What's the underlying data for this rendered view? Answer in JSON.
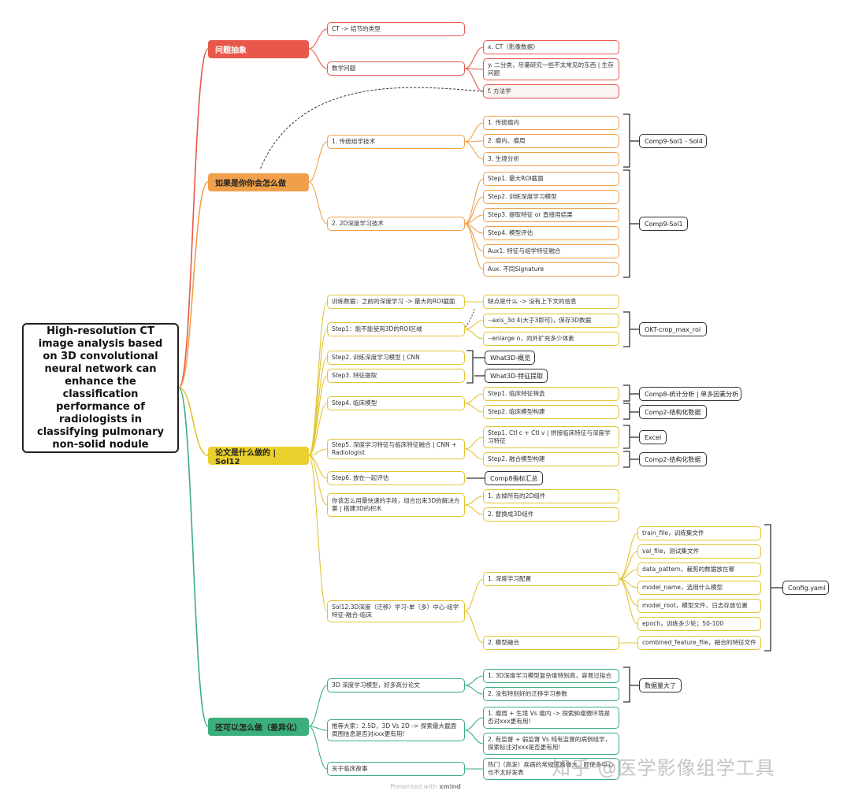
{
  "root": {
    "title": "High-resolution CT image analysis based on 3D convolutional neural network can enhance the classification performance of radiologists in classifying pulmonary non-solid nodule"
  },
  "colors": {
    "red": "#e8574b",
    "orange": "#f0a04b",
    "yellow": "#e2c433",
    "green": "#3bae7d",
    "dark": "#333333"
  },
  "branches": {
    "b1": {
      "label": "问题抽象",
      "n1": "CT -> 结节的类型",
      "n2": "数学问题",
      "n2_1": "x. CT（影像数据）",
      "n2_2": "y. 二分类，尽量研究一些不太常见的东西 | 生存问题",
      "n2_3": "f. 方法学"
    },
    "b2": {
      "label": "如果是你你会怎么做",
      "n1": "1. 传统组学技术",
      "n1_1": "1. 传统瘤内",
      "n1_2": "2. 瘤内、瘤周",
      "n1_3": "3. 生境分析",
      "n1_sum": "Comp9-Sol1 - Sol4",
      "n2": "2. 2D深度学习技术",
      "n2_1": "Step1. 最大ROI截面",
      "n2_2": "Step2. 训练深度学习模型",
      "n2_3": "Step3. 提取特征 or 直接用结果",
      "n2_4": "Step4. 模型评估",
      "n2_5": "Aux1. 特征与组学特征融合",
      "n2_6": "Aux. 不同Signature",
      "n2_sum": "Comp9-Sol1"
    },
    "b3": {
      "label": "论文是什么做的 | Sol12",
      "n1": "训练数据：之前的深度学习 -> 最大的ROI截面",
      "n1_1": "缺点是什么 -> 没有上下文的信息",
      "n2": "Step1：能不能使用3D的ROI区域",
      "n2_1": "--axis_3d 4(大于3即可)，保存3D数据",
      "n2_2": "--enlarge n，向外扩充多少体素",
      "n2_sum": "OKT-crop_max_roi",
      "n3": "Step2. 训练深度学习模型 | CNN",
      "n3_sum": "What3D-概览",
      "n4": "Step3. 特征提取",
      "n4_sum": "What3D-特征提取",
      "n5": "Step4. 临床模型",
      "n5_1": "Step1. 临床特征筛选",
      "n5_1_sum": "Comp8-统计分析 | 单多因素分析",
      "n5_2": "Step2. 临床模型构建",
      "n5_2_sum": "Comp2-结构化数据",
      "n6": "Step5. 深度学习特征与临床特征融合 | CNN + Radiologist",
      "n6_1": "Step1. Ctl c + Ctl v | 拼接临床特征与深度学习特征",
      "n6_1_sum": "Excel",
      "n6_2": "Step2. 融合模型构建",
      "n6_2_sum": "Comp2-结构化数据",
      "n7": "Step6. 放在一起评估",
      "n7_sum": "Comp8指标汇总",
      "n8": "你该怎么用最快速的手段，组合出来3D的解决方案 | 搭建3D的积木",
      "n8_1": "1. 去掉所有的2D组件",
      "n8_2": "2. 替换成3D组件",
      "n9": "Sol12.3D深度（迁移）学习-单（多）中心-组学特征-融合-临床",
      "n9_1": "1. 深度学习配置",
      "n9_1_1": "train_file，训练集文件",
      "n9_1_2": "val_file，测试集文件",
      "n9_1_3": "data_pattern，裁剪的数据放在哪",
      "n9_1_4": "model_name，选用什么模型",
      "n9_1_5": "model_root，模型文件、日志存放位置",
      "n9_1_6": "epoch，训练多少轮；50-100",
      "n9_2": "2. 模型融合",
      "n9_2_1": "combined_feature_file，融合的特征文件",
      "n9_sum": "Config.yaml"
    },
    "b4": {
      "label": "还可以怎么做（差异化）",
      "n1": "3D 深度学习模型，好多高分论文",
      "n1_1": "1. 3D深度学习模型复杂度特别高，容易过拟合",
      "n1_2": "2. 没有特别好的迁移学习参数",
      "n1_sum": "数据量大了",
      "n2": "推荐大家：2.5D，3D Vs 2D -> 探索最大截面周围信息是否对xxx更有用!",
      "n2_1": "1. 瘤周 + 生境 Vs 瘤内 -> 探索肿瘤微环境是否对xxx更有用!",
      "n2_2": "2. 有监督 + 弱监督 Vs 纯有监督的病例组学，探索标注对xxx是否更有用!",
      "n3": "关于临床故事",
      "n3_1": "热门（高发）疾病的常规思路做大。即使多中心也不太好发表"
    }
  },
  "footer": {
    "prefix": "Presented with",
    "brand": "xmind"
  },
  "watermark": "知乎 @医学影像组学工具"
}
